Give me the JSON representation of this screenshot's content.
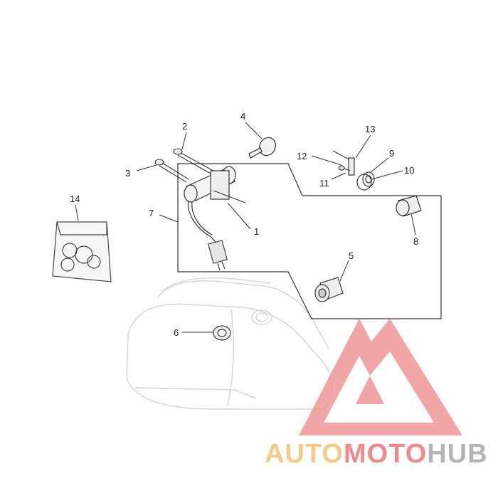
{
  "diagram": {
    "callouts": [
      {
        "id": "c1",
        "text": "1"
      },
      {
        "id": "c2",
        "text": "2"
      },
      {
        "id": "c3",
        "text": "3"
      },
      {
        "id": "c4",
        "text": "4"
      },
      {
        "id": "c5",
        "text": "5"
      },
      {
        "id": "c6",
        "text": "6"
      },
      {
        "id": "c7",
        "text": "7"
      },
      {
        "id": "c8",
        "text": "8"
      },
      {
        "id": "c9",
        "text": "9"
      },
      {
        "id": "c10",
        "text": "10"
      },
      {
        "id": "c11",
        "text": "11"
      },
      {
        "id": "c12",
        "text": "12"
      },
      {
        "id": "c13",
        "text": "13"
      },
      {
        "id": "c14",
        "text": "14"
      }
    ]
  },
  "watermark": {
    "part1": "AUTO",
    "part2": "MOTO",
    "part3": "HUB",
    "colors": {
      "auto": "#f5c98a",
      "moto": "#f08a8a",
      "hub": "#b4b4b4",
      "logo": "#ef8e8e"
    }
  }
}
